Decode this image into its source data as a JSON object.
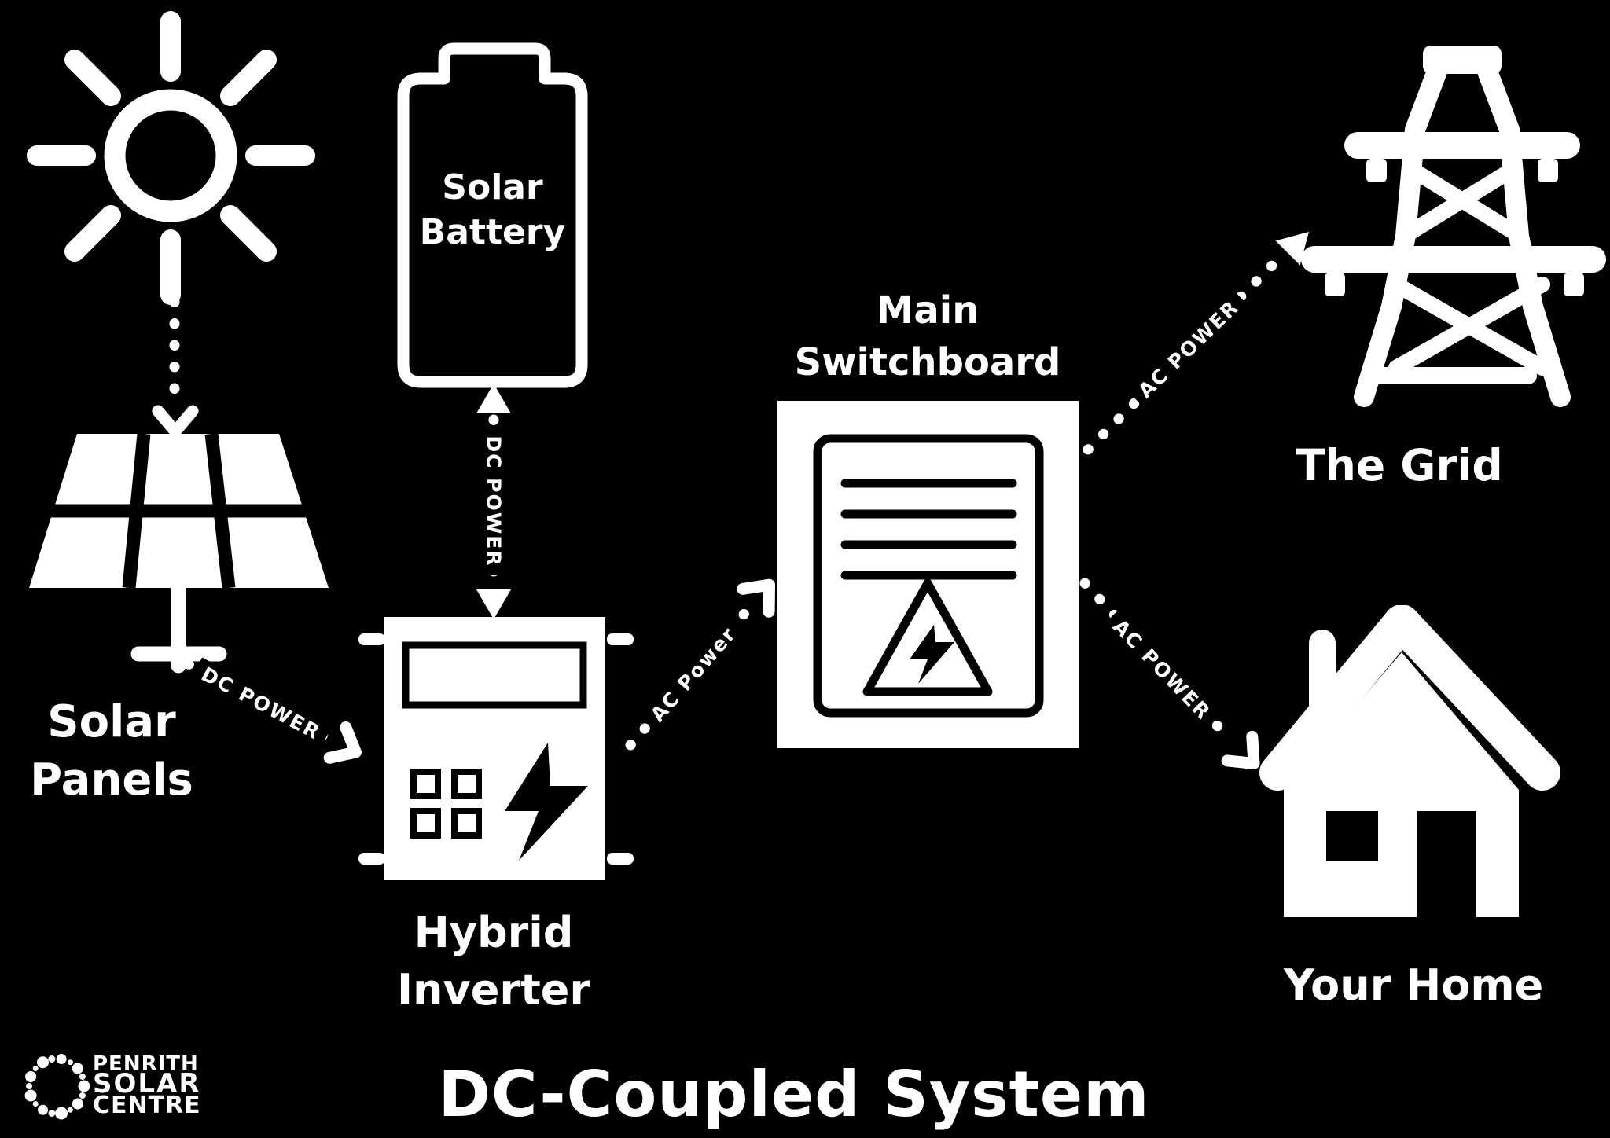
{
  "colors": {
    "background": "#000000",
    "ink": "#ffffff"
  },
  "title": "DC-Coupled System",
  "logo": {
    "line1": "PENRITH",
    "line2": "SOLAR",
    "line3": "CENTRE"
  },
  "nodes": {
    "solar_panels": {
      "line1": "Solar",
      "line2": "Panels"
    },
    "battery": {
      "line1": "Solar",
      "line2": "Battery"
    },
    "inverter": {
      "line1": "Hybrid",
      "line2": "Inverter"
    },
    "switchboard": {
      "line1": "Main",
      "line2": "Switchboard"
    },
    "grid": {
      "label": "The Grid"
    },
    "home": {
      "label": "Your Home"
    }
  },
  "arrows": {
    "panels_to_inverter": {
      "label": "DC POWER"
    },
    "battery_inverter": {
      "label": "DC POWER"
    },
    "inverter_to_switchboard": {
      "label": "AC Power"
    },
    "switchboard_to_grid": {
      "label": "AC POWER"
    },
    "switchboard_to_home": {
      "label": "AC POWER"
    }
  }
}
